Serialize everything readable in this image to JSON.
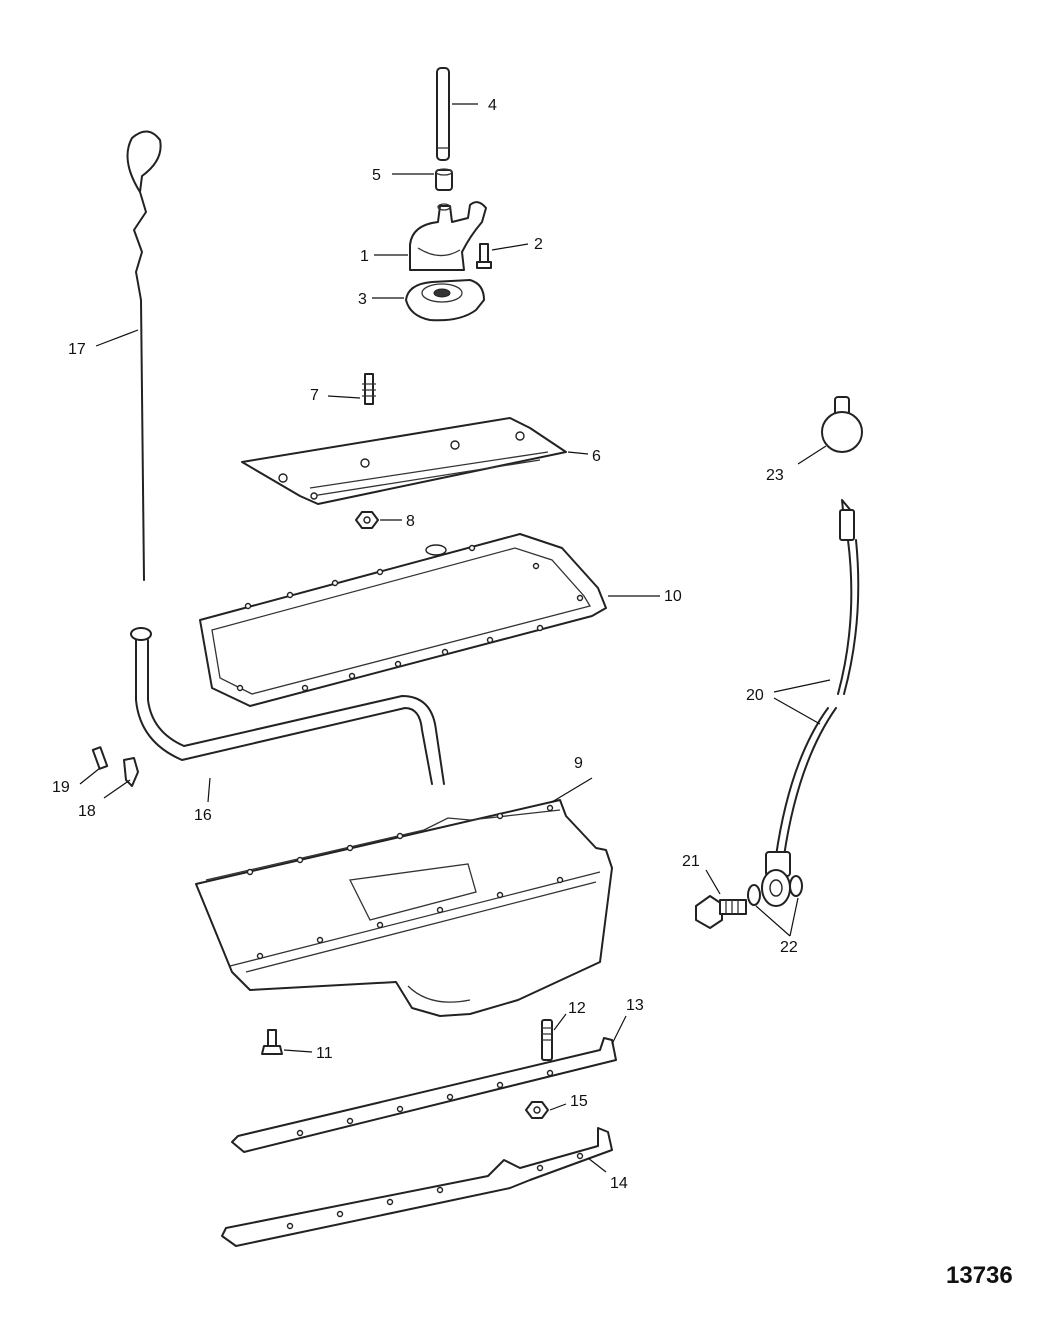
{
  "callouts": [
    {
      "id": "c1",
      "label": "1"
    },
    {
      "id": "c2",
      "label": "2"
    },
    {
      "id": "c3",
      "label": "3"
    },
    {
      "id": "c4",
      "label": "4"
    },
    {
      "id": "c5",
      "label": "5"
    },
    {
      "id": "c6",
      "label": "6"
    },
    {
      "id": "c7",
      "label": "7"
    },
    {
      "id": "c8",
      "label": "8"
    },
    {
      "id": "c9",
      "label": "9"
    },
    {
      "id": "c10",
      "label": "10"
    },
    {
      "id": "c11",
      "label": "11"
    },
    {
      "id": "c12",
      "label": "12"
    },
    {
      "id": "c13",
      "label": "13"
    },
    {
      "id": "c14",
      "label": "14"
    },
    {
      "id": "c15",
      "label": "15"
    },
    {
      "id": "c16",
      "label": "16"
    },
    {
      "id": "c17",
      "label": "17"
    },
    {
      "id": "c18",
      "label": "18"
    },
    {
      "id": "c19",
      "label": "19"
    },
    {
      "id": "c20",
      "label": "20"
    },
    {
      "id": "c21",
      "label": "21"
    },
    {
      "id": "c22",
      "label": "22"
    },
    {
      "id": "c23",
      "label": "23"
    }
  ],
  "figure_number": "13736"
}
